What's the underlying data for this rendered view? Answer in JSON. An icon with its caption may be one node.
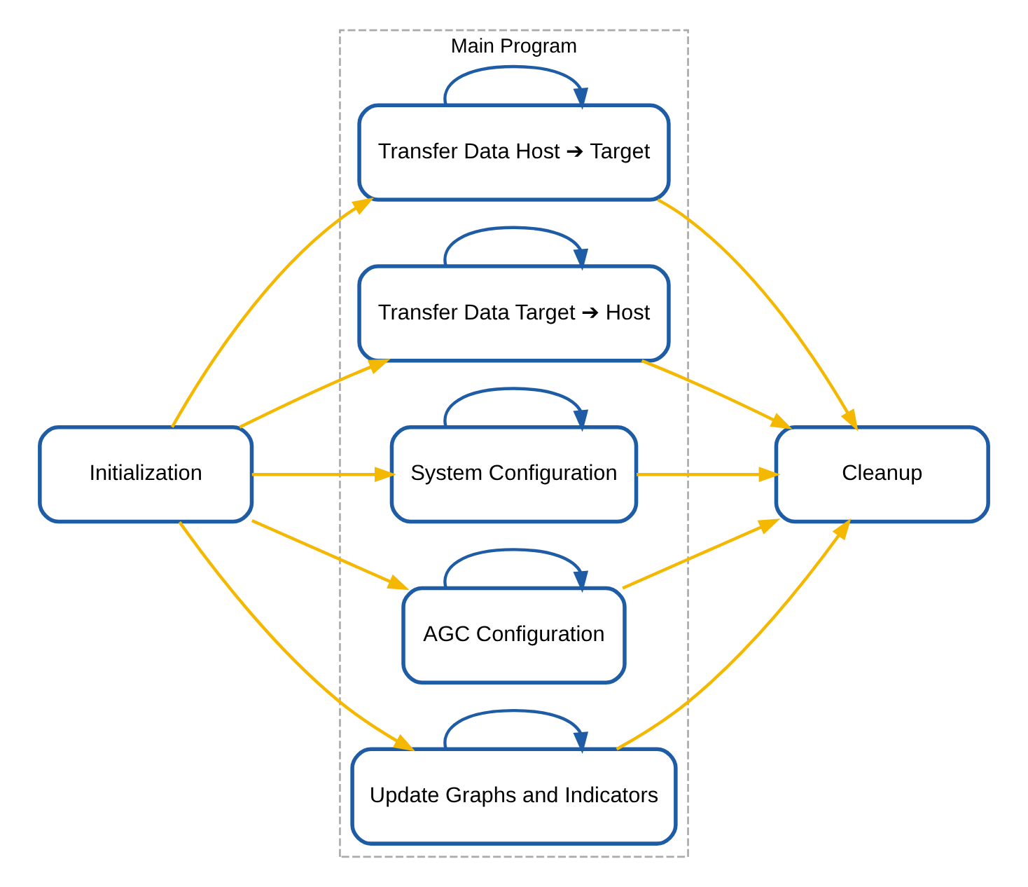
{
  "diagram": {
    "nodes": [
      {
        "text": [
          "Initialization"
        ]
      },
      {
        "text": [
          "Main Program"
        ]
      },
      {
        "text": [
          "Transfer Data Host ➔ Target"
        ],
        "in": 1
      },
      {
        "text": [
          "Transfer Data Target ➔ Host"
        ],
        "in": 1
      },
      {
        "text": [
          "System Configuration"
        ],
        "in": 1
      },
      {
        "text": [
          "AGC Configuration"
        ],
        "in": 1
      },
      {
        "text": [
          "Update Graphs and Indicators"
        ],
        "in": 1
      },
      {
        "text": [
          "Cleanup"
        ]
      }
    ],
    "edges": [
      {
        "from": 0,
        "to": 2,
        "arrow": "to"
      },
      {
        "from": 0,
        "to": 3,
        "arrow": "to"
      },
      {
        "from": 0,
        "to": 4,
        "arrow": "to"
      },
      {
        "from": 0,
        "to": 5,
        "arrow": "to"
      },
      {
        "from": 0,
        "to": 6,
        "arrow": "to"
      },
      {
        "from": 2,
        "to": 7,
        "arrow": "to"
      },
      {
        "from": 3,
        "to": 7,
        "arrow": "to"
      },
      {
        "from": 4,
        "to": 7,
        "arrow": "to"
      },
      {
        "from": 5,
        "to": 7,
        "arrow": "to"
      },
      {
        "from": 6,
        "to": 7,
        "arrow": "to"
      },
      {
        "from": 2,
        "to": 2,
        "arrow": "to",
        "color": "#1f5ca6"
      },
      {
        "from": 3,
        "to": 3,
        "arrow": "to",
        "color": "#1f5ca6"
      },
      {
        "from": 4,
        "to": 4,
        "arrow": "to",
        "color": "#1f5ca6"
      },
      {
        "from": 5,
        "to": 5,
        "arrow": "to",
        "color": "#1f5ca6"
      },
      {
        "from": 6,
        "to": 6,
        "arrow": "to",
        "color": "#1f5ca6"
      }
    ]
  }
}
